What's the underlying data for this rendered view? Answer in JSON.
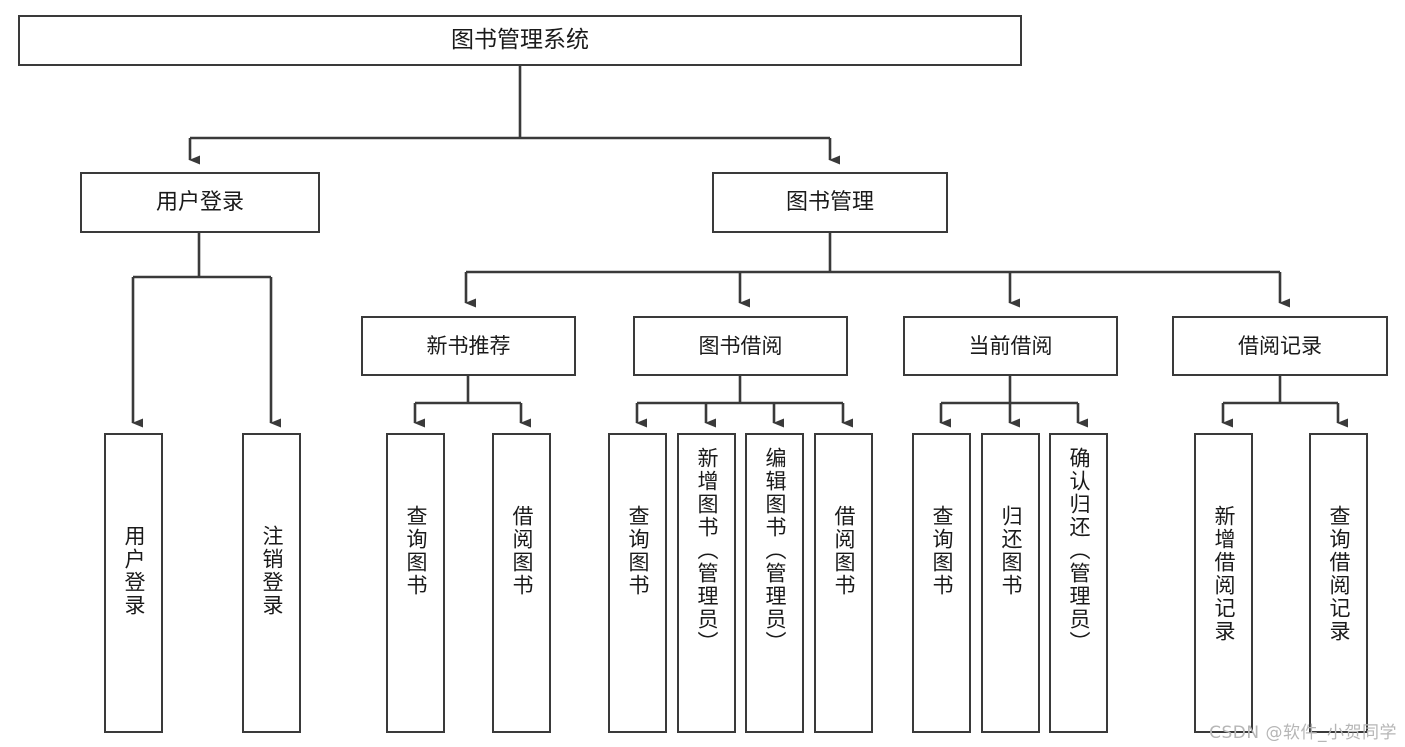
{
  "diagram": {
    "type": "tree",
    "title": "图书管理系统",
    "watermark": "CSDN @软件_小贺同学",
    "colors": {
      "border": "#3a3a3a",
      "background": "#ffffff",
      "text": "#1a1a1a",
      "edge": "#3a3a3a",
      "watermark": "#b6b6b6"
    },
    "nodes": {
      "root": {
        "label": "图书管理系统"
      },
      "level1": [
        {
          "id": "user-login",
          "label": "用户登录"
        },
        {
          "id": "book-manage",
          "label": "图书管理"
        }
      ],
      "level2": [
        {
          "id": "new-book-rec",
          "label": "新书推荐",
          "parent": "book-manage"
        },
        {
          "id": "book-borrow",
          "label": "图书借阅",
          "parent": "book-manage"
        },
        {
          "id": "current-borrow",
          "label": "当前借阅",
          "parent": "book-manage"
        },
        {
          "id": "borrow-record",
          "label": "借阅记录",
          "parent": "book-manage"
        }
      ],
      "leaves": [
        {
          "id": "leaf-user-login",
          "label": "用户登录",
          "parent": "user-login"
        },
        {
          "id": "leaf-logout",
          "label": "注销登录",
          "parent": "user-login"
        },
        {
          "id": "leaf-query-book-1",
          "label": "查询图书",
          "parent": "new-book-rec"
        },
        {
          "id": "leaf-borrow-book-1",
          "label": "借阅图书",
          "parent": "new-book-rec"
        },
        {
          "id": "leaf-query-book-2",
          "label": "查询图书",
          "parent": "book-borrow"
        },
        {
          "id": "leaf-add-book",
          "label": "新增图书（管理员）",
          "parent": "book-borrow"
        },
        {
          "id": "leaf-edit-book",
          "label": "编辑图书（管理员）",
          "parent": "book-borrow"
        },
        {
          "id": "leaf-borrow-book-2",
          "label": "借阅图书",
          "parent": "book-borrow"
        },
        {
          "id": "leaf-query-book-3",
          "label": "查询图书",
          "parent": "current-borrow"
        },
        {
          "id": "leaf-return-book",
          "label": "归还图书",
          "parent": "current-borrow"
        },
        {
          "id": "leaf-confirm-return",
          "label": "确认归还（管理员）",
          "parent": "current-borrow"
        },
        {
          "id": "leaf-add-record",
          "label": "新增借阅记录",
          "parent": "borrow-record"
        },
        {
          "id": "leaf-query-record",
          "label": "查询借阅记录",
          "parent": "borrow-record"
        }
      ]
    }
  }
}
